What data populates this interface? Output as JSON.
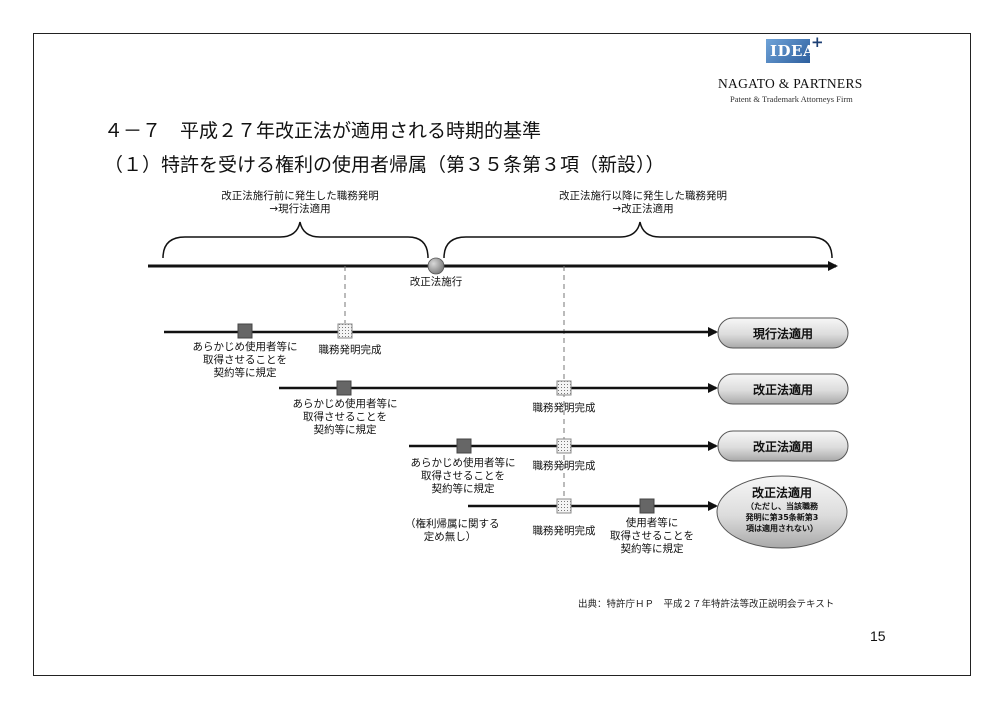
{
  "logo": {
    "idea": "IDEA",
    "plus": "+",
    "firm_name": "NAGATO & PARTNERS",
    "firm_sub": "Patent & Trademark Attorneys Firm"
  },
  "title": {
    "line1": "４－７　平成２７年改正法が適用される時期的基準",
    "line2": "（１）特許を受ける権利の使用者帰属（第３５条第３項（新設））"
  },
  "timeline": {
    "before_line1": "改正法施行前に発生した職務発明",
    "before_line2": "→現行法適用",
    "after_line1": "改正法施行以降に発生した職務発明",
    "after_line2": "→改正法適用",
    "enforcement": "改正法施行"
  },
  "cases": [
    {
      "rule_line1": "あらかじめ使用者等に",
      "rule_line2": "取得させることを",
      "rule_line3": "契約等に規定",
      "completion": "職務発明完成",
      "result": "現行法適用"
    },
    {
      "rule_line1": "あらかじめ使用者等に",
      "rule_line2": "取得させることを",
      "rule_line3": "契約等に規定",
      "completion": "職務発明完成",
      "result": "改正法適用"
    },
    {
      "rule_line1": "あらかじめ使用者等に",
      "rule_line2": "取得させることを",
      "rule_line3": "契約等に規定",
      "completion": "職務発明完成",
      "result": "改正法適用"
    },
    {
      "none_line1": "（権利帰属に関する",
      "none_line2": "定め無し）",
      "completion": "職務発明完成",
      "rule_line1": "使用者等に",
      "rule_line2": "取得させることを",
      "rule_line3": "契約等に規定",
      "result": "改正法適用",
      "note_line1": "（ただし、当該職務",
      "note_line2": "発明に第35条新第3",
      "note_line3": "項は適用されない）"
    }
  ],
  "source": "出典：特許庁ＨＰ　平成２７年特許法等改正説明会テキスト",
  "page_number": "15"
}
